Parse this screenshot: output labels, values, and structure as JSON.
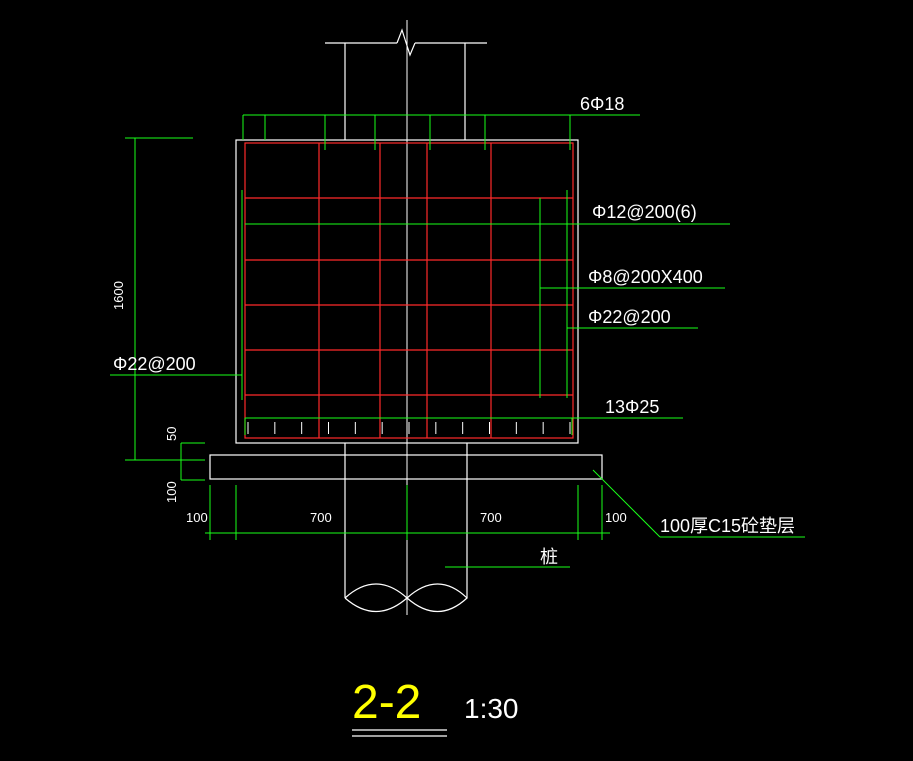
{
  "colors": {
    "background": "#000000",
    "outline": "#ffffff",
    "rebar": "#ff2a2a",
    "leader": "#19ff19",
    "title": "#ffff00",
    "text": "#ffffff"
  },
  "labels": {
    "top_bars": "6Φ18",
    "stirrup_main": "Φ12@200(6)",
    "stirrup_tie": "Φ8@200X400",
    "side_bars_right": "Φ22@200",
    "side_bars_left": "Φ22@200",
    "bottom_bars": "13Φ25",
    "cushion": "100厚C15砼垫层",
    "pile": "桩"
  },
  "dimensions": {
    "height": "1600",
    "cover_top": "50",
    "cushion_thk": "100",
    "left_ext": "100",
    "left_half": "700",
    "right_half": "700",
    "right_ext": "100"
  },
  "title": {
    "section": "2-2",
    "scale": "1:30"
  }
}
